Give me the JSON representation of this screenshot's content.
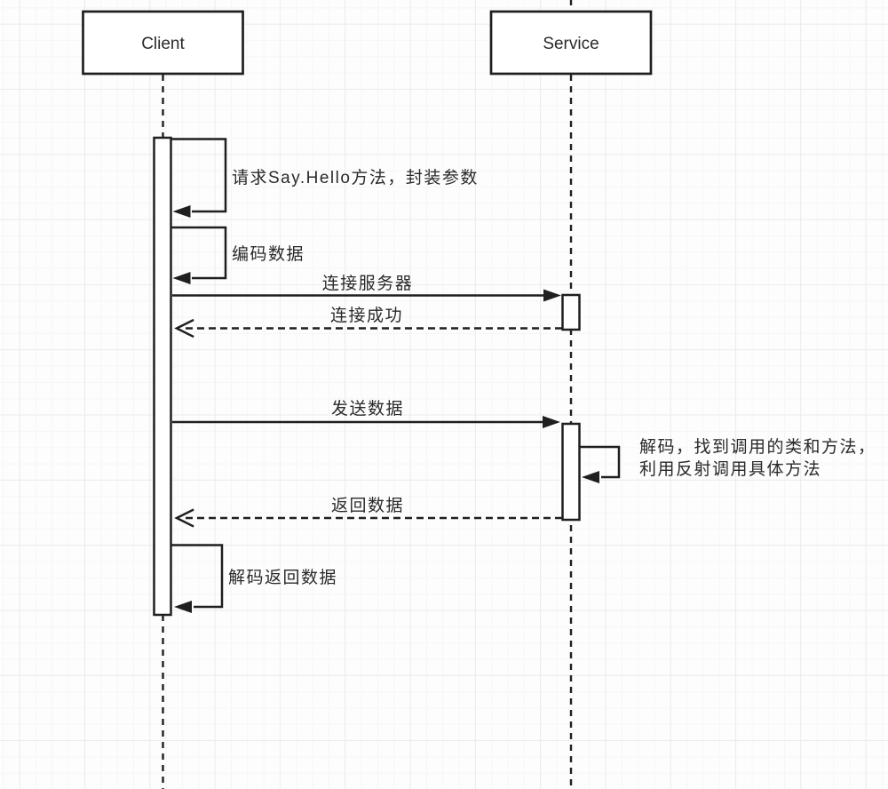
{
  "canvas": {
    "actors": [
      {
        "label": "Client"
      },
      {
        "label": "Service"
      }
    ],
    "messages": {
      "request_sayhello": "请求Say.Hello方法，封装参数",
      "encode_data": "编码数据",
      "connect_server": "连接服务器",
      "connect_success": "连接成功",
      "send_data": "发送数据",
      "decode_find_line1": "解码，找到调用的类和方法，",
      "decode_find_line2": "利用反射调用具体方法",
      "return_data": "返回数据",
      "decode_return_data": "解码返回数据"
    },
    "colors": {
      "stroke": "#1f1f1f",
      "background": "#fdfdfd",
      "grid_minor": "#f6f6f6",
      "grid_major": "#ececec"
    }
  }
}
